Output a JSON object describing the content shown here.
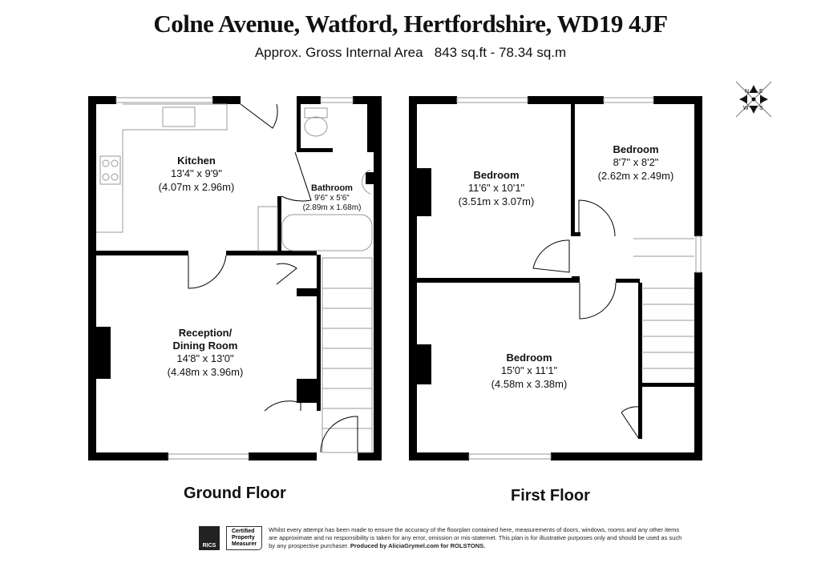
{
  "header": {
    "title": "Colne Avenue, Watford, Hertfordshire, WD19 4JF",
    "area": "Approx. Gross Internal Area   843 sq.ft - 78.34 sq.m"
  },
  "compass": {
    "n": "N",
    "e": "E",
    "s": "S",
    "w": "W"
  },
  "ground_floor": {
    "label": "Ground Floor",
    "kitchen": {
      "name": "Kitchen",
      "imperial": "13'4\" x 9'9\"",
      "metric": "(4.07m x 2.96m)"
    },
    "bathroom": {
      "name": "Bathroom",
      "imperial": "9'6\" x 5'6\"",
      "metric": "(2.89m x 1.68m)"
    },
    "reception": {
      "name1": "Reception/",
      "name2": "Dining Room",
      "imperial": "14'8\" x 13'0\"",
      "metric": "(4.48m x 3.96m)"
    }
  },
  "first_floor": {
    "label": "First Floor",
    "bedroom1": {
      "name": "Bedroom",
      "imperial": "11'6\" x 10'1\"",
      "metric": "(3.51m x 3.07m)"
    },
    "bedroom2": {
      "name": "Bedroom",
      "imperial": "8'7\" x 8'2\"",
      "metric": "(2.62m x 2.49m)"
    },
    "bedroom3": {
      "name": "Bedroom",
      "imperial": "15'0\" x 11'1\"",
      "metric": "(4.58m x 3.38m)"
    }
  },
  "footer": {
    "rics": "RICS",
    "cert1": "Certified",
    "cert2": "Property",
    "cert3": "Measurer",
    "disclaimer": "Whilst every attempt has been made to ensure the accuracy of the floorplan contained here, measurements of doors, windows, rooms and any other items are approximate and no responsibility is taken for any error, omission or mis-statemet. This plan is for illustrative purposes only and should be used as such by any prospective purchaser.",
    "produced": "Produced by AliciaGrymel.com for ROLSTONS."
  }
}
